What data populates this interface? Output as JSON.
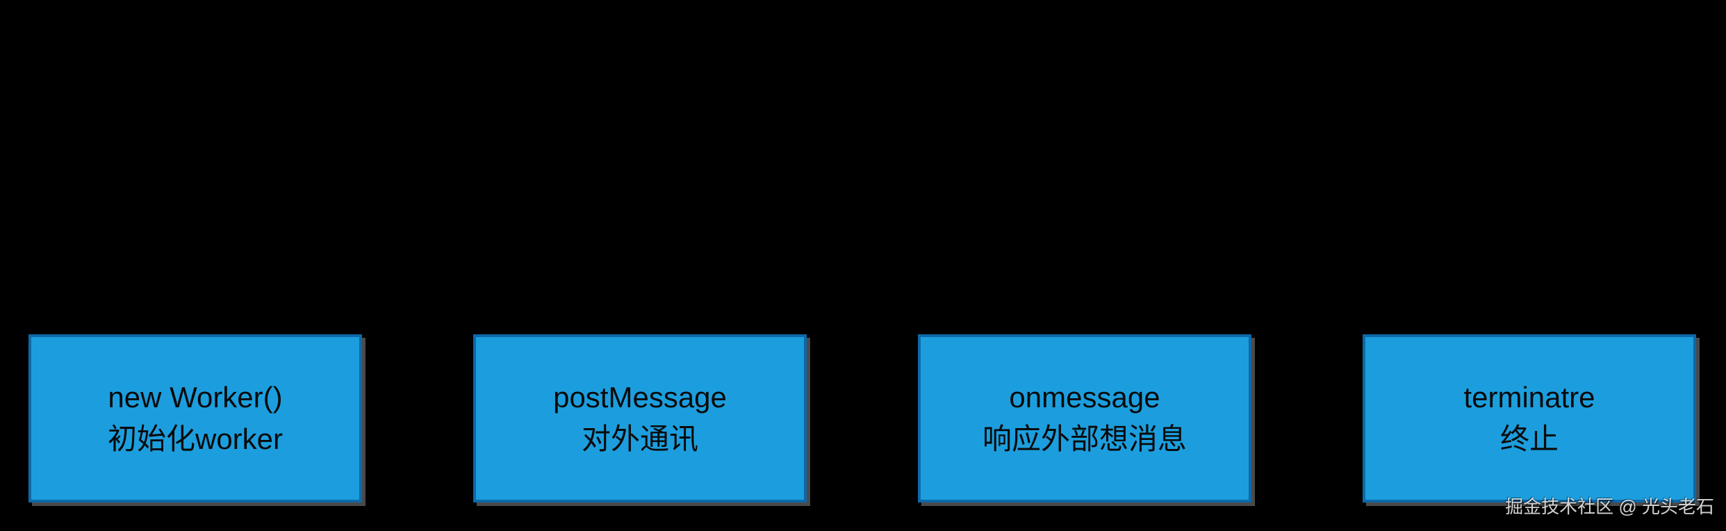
{
  "page": {
    "background": "#000000"
  },
  "colors": {
    "box_fill": "#1C9EDE",
    "box_border": "#0E68A8",
    "box_shadow": "#4A4A4A",
    "text": "#0A0A0A",
    "watermark_text_color": "#FFFFFF"
  },
  "boxes": [
    {
      "title": "new Worker()",
      "subtitle": "初始化worker"
    },
    {
      "title": "postMessage",
      "subtitle": "对外通讯"
    },
    {
      "title": "onmessage",
      "subtitle": "响应外部想消息"
    },
    {
      "title": "terminatre",
      "subtitle": "终止"
    }
  ],
  "watermark": {
    "text": "掘金技术社区 @ 光头老石"
  }
}
